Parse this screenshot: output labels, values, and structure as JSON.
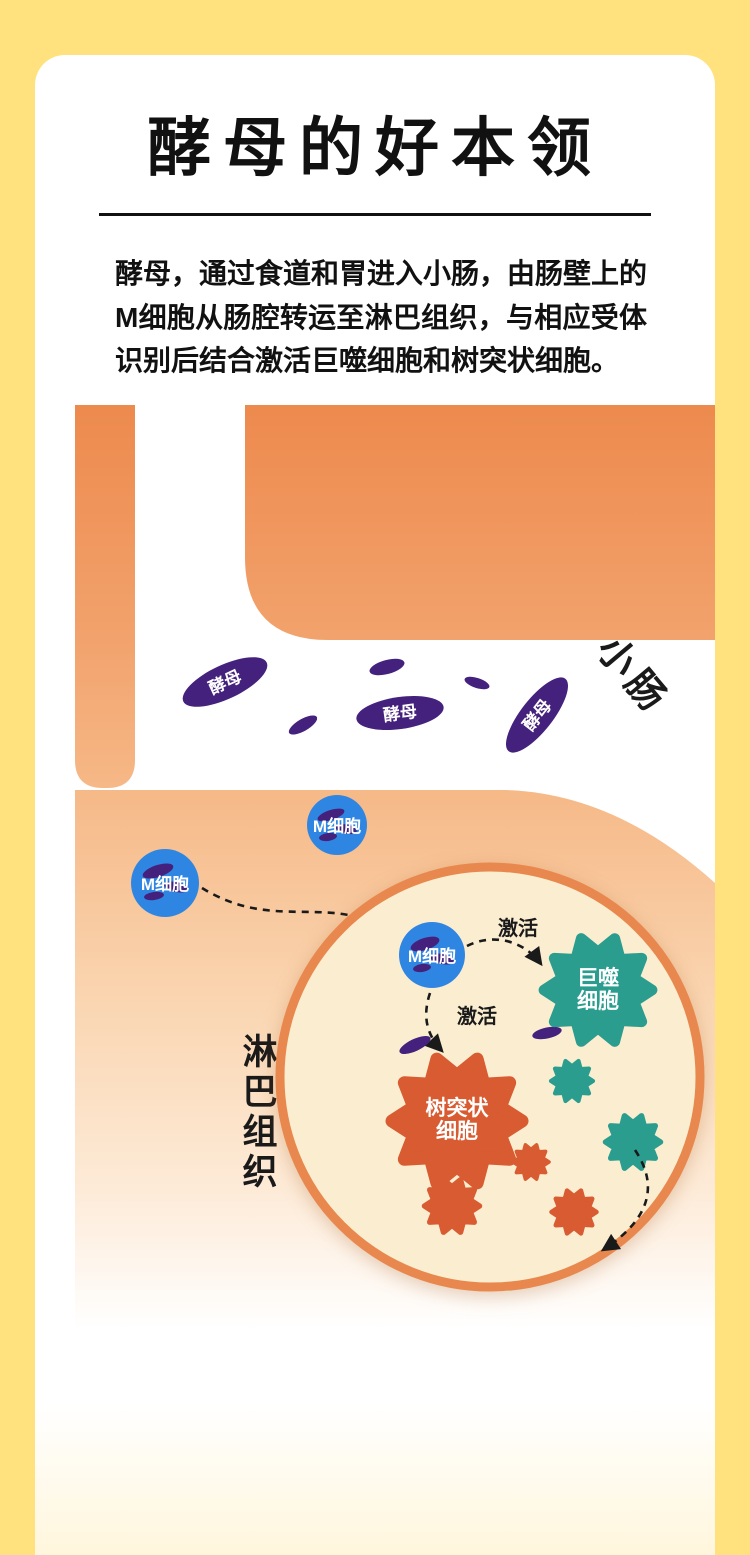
{
  "page": {
    "title": "酵母的好本领",
    "paragraph": "酵母，通过食道和胃进入小肠，由肠壁上的M细胞从肠腔转运至淋巴组织，与相应受体识别后结合激活巨噬细胞和树突状细胞。"
  },
  "diagram": {
    "labels": {
      "small_intestine": "小肠",
      "lymphoid_tissue": "淋巴组织",
      "yeast": "酵母",
      "m_cell": "M细胞",
      "activate": "激活",
      "macrophage_line1": "巨噬",
      "macrophage_line2": "细胞",
      "dendritic_line1": "树突状",
      "dendritic_line2": "细胞"
    },
    "colors": {
      "background_yellow": "#FFE27D",
      "card_white": "#FFFFFF",
      "intestine_orange": "#ED8A4E",
      "yeast_purple": "#44217C",
      "m_cell_blue": "#2F86E2",
      "magnifier_fill": "#FBEED0",
      "magnifier_border": "#E8884E",
      "macrophage_teal": "#2B9D8F",
      "dendritic_orange": "#D85B31",
      "arrow_black": "#1A1A1A"
    }
  }
}
